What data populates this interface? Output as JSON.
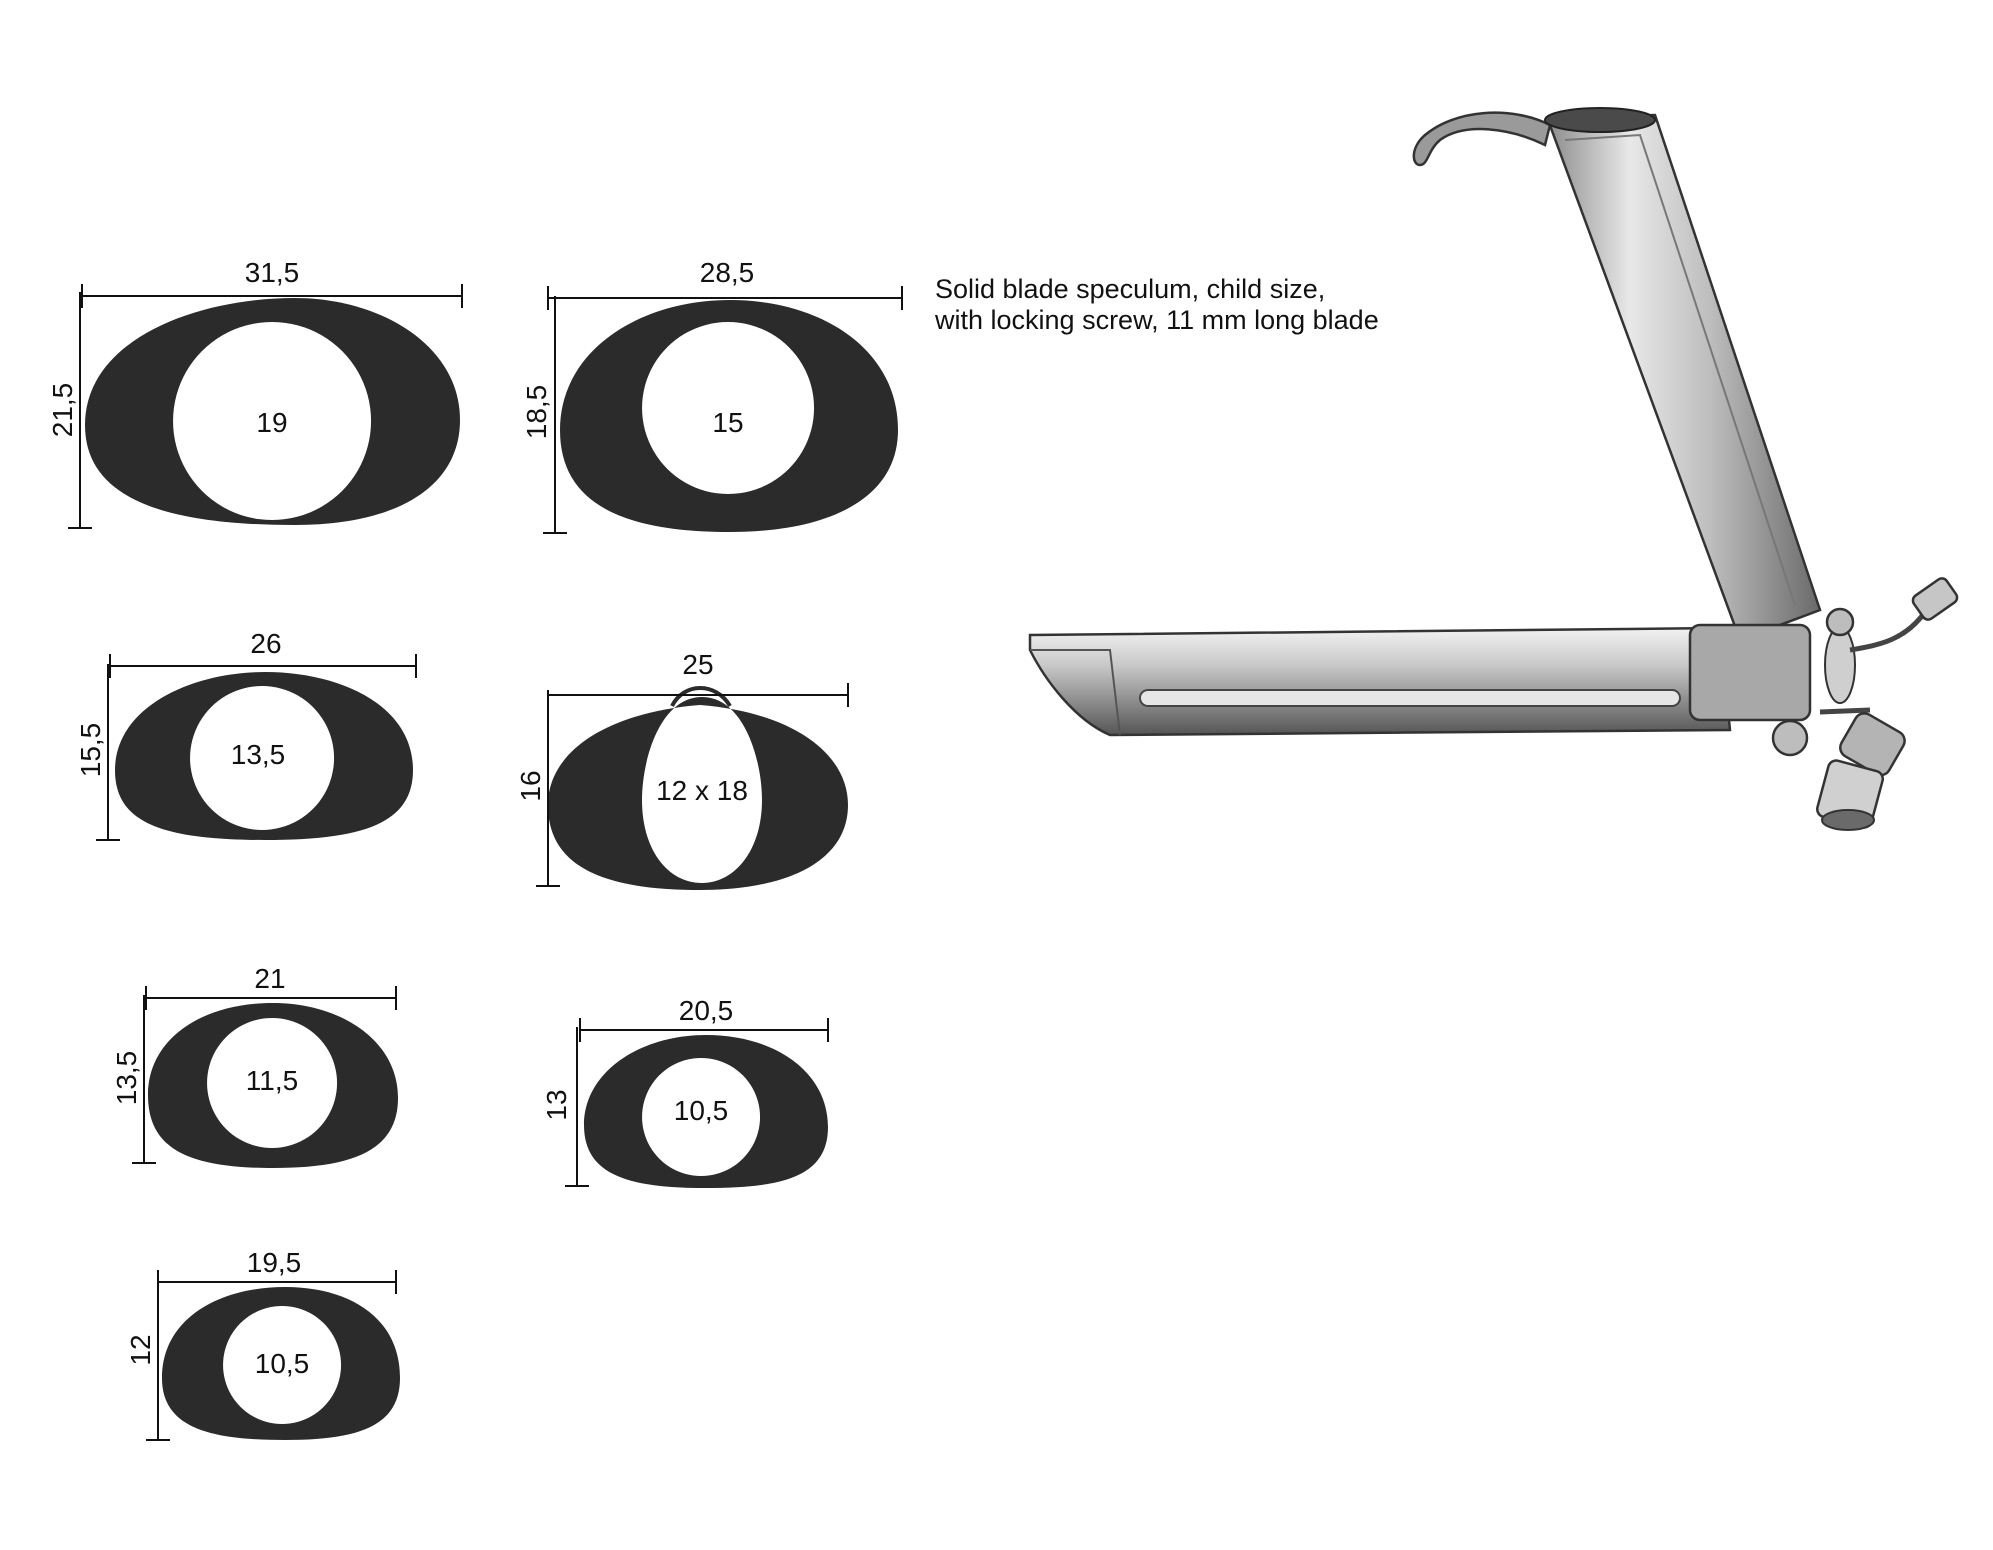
{
  "description": {
    "line1": "Solid blade speculum, child size,",
    "line2": "with locking screw, 11 mm long blade"
  },
  "profiles": [
    {
      "width": "31,5",
      "height": "21,5",
      "bore": "19",
      "bore_shape": "circle"
    },
    {
      "width": "28,5",
      "height": "18,5",
      "bore": "15",
      "bore_shape": "circle"
    },
    {
      "width": "26",
      "height": "15,5",
      "bore": "13,5",
      "bore_shape": "circle"
    },
    {
      "width": "25",
      "height": "16",
      "bore": "12 x 18",
      "bore_shape": "oval"
    },
    {
      "width": "21",
      "height": "13,5",
      "bore": "11,5",
      "bore_shape": "circle"
    },
    {
      "width": "20,5",
      "height": "13",
      "bore": "10,5",
      "bore_shape": "circle"
    },
    {
      "width": "19,5",
      "height": "12",
      "bore": "10,5",
      "bore_shape": "circle"
    }
  ],
  "colors": {
    "profile_fill": "#2b2b2b",
    "line": "#111111",
    "metal_light": "#d9d9d9",
    "metal_dark": "#6b6b6b"
  }
}
